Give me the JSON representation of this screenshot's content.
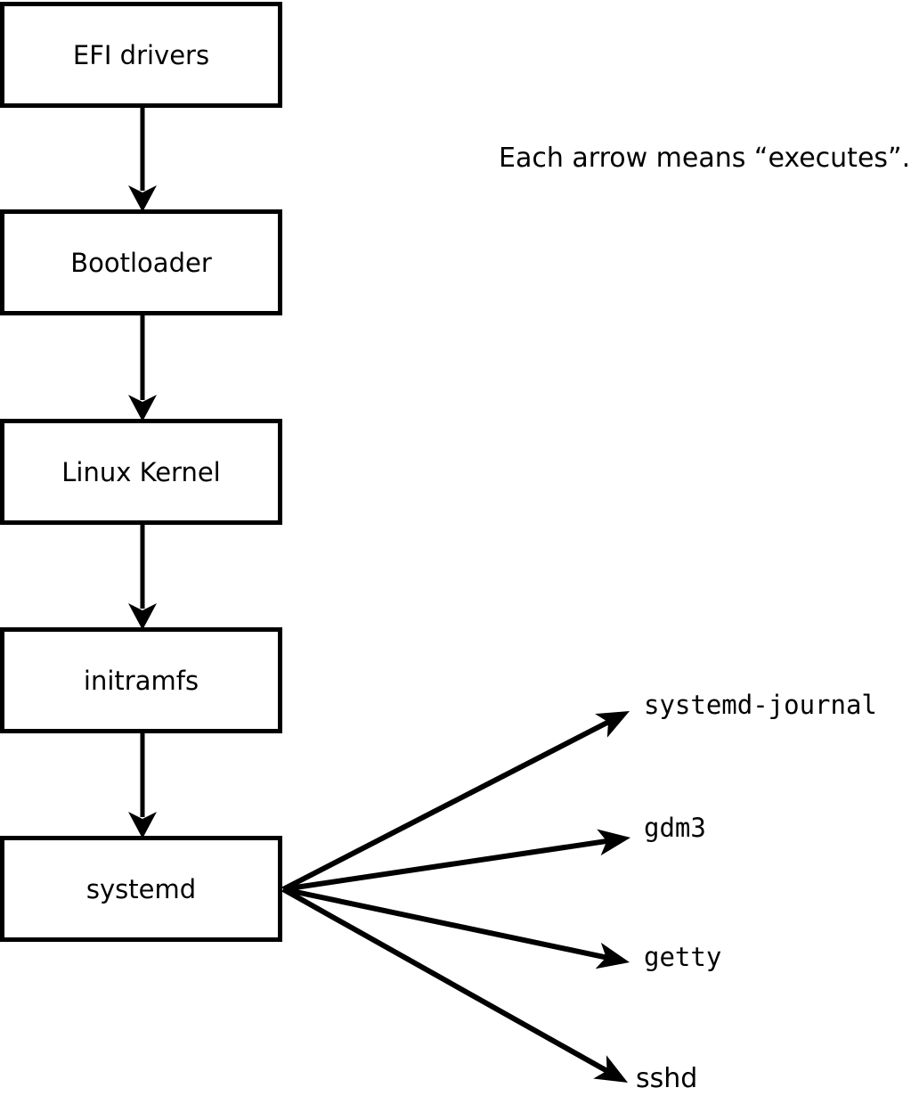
{
  "diagram": {
    "note": "Each arrow means “executes”.",
    "chain": [
      "EFI drivers",
      "Bootloader",
      "Linux Kernel",
      "initramfs",
      "systemd"
    ],
    "targets": [
      "systemd-journal",
      "gdm3",
      "getty",
      "sshd"
    ],
    "colors": {
      "stroke": "#000000",
      "background": "#ffffff"
    }
  }
}
